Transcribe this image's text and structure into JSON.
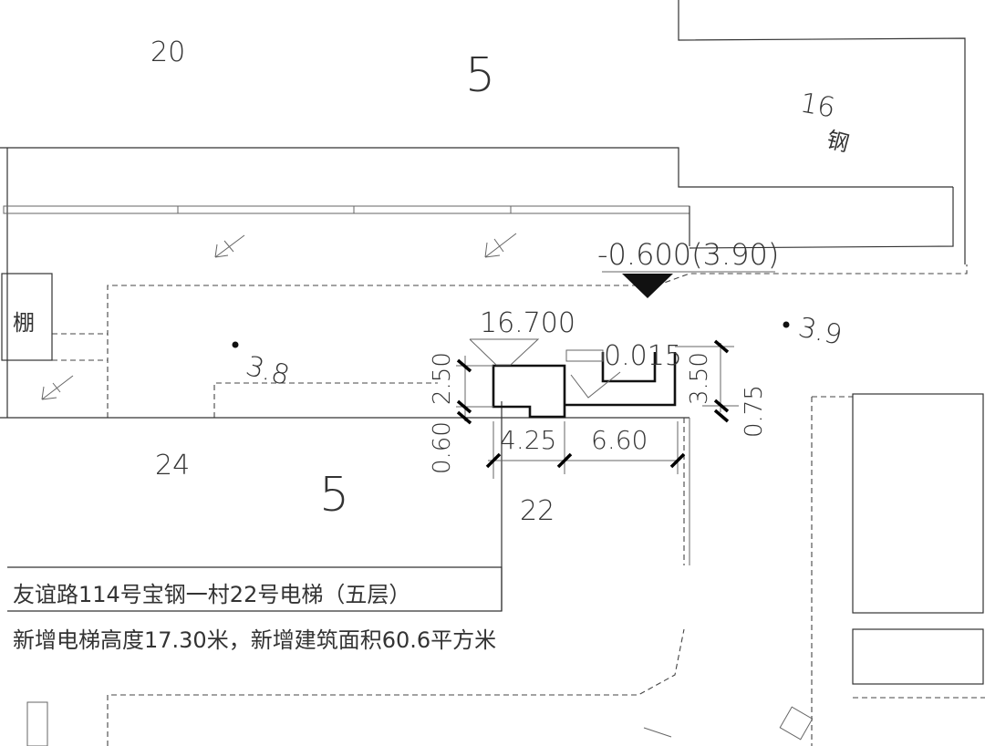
{
  "plot_numbers": {
    "top_left": "20",
    "top_right": "16",
    "mid_left": "24",
    "mid_center": "22"
  },
  "floors": {
    "top": "5",
    "bottom": "5"
  },
  "material_marks": {
    "steel": "钢",
    "shed": "棚"
  },
  "spot_elevations": {
    "left": "3.8",
    "right": "3.9"
  },
  "elevations": {
    "ground": "-0.600(3.90)",
    "elevator_top": "16.700",
    "pit": "0.015"
  },
  "dimensions": {
    "width_1": "4.25",
    "width_2": "6.60",
    "height_left_1": "2.50",
    "height_left_2": "0.60",
    "height_right_1": "3.50",
    "height_right_2": "0.75"
  },
  "caption": {
    "line1": "友谊路114号宝钢一村22号电梯（五层）",
    "line2": "新增电梯高度17.30米，新增建筑面积60.6平方米"
  },
  "colors": {
    "line": "#333333",
    "background": "#ffffff"
  }
}
